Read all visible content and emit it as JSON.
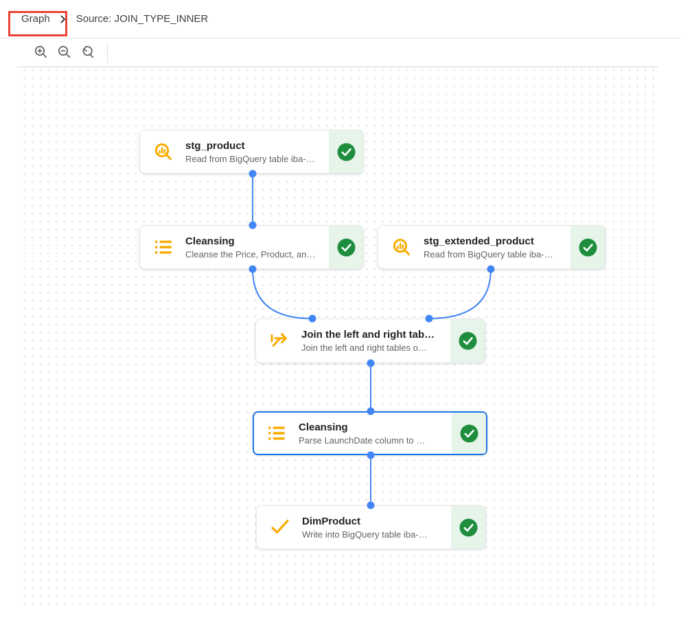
{
  "breadcrumb": {
    "graph_label": "Graph",
    "source_label": "Source: JOIN_TYPE_INNER",
    "annotation_color": "#ea4335"
  },
  "toolbar": {
    "buttons": [
      {
        "name": "zoom-in-icon",
        "action": "zoom_in"
      },
      {
        "name": "zoom-out-icon",
        "action": "zoom_out"
      },
      {
        "name": "zoom-reset-icon",
        "action": "zoom_reset"
      }
    ]
  },
  "nodes": [
    {
      "id": "stg_product",
      "title": "stg_product",
      "subtitle": "Read from BigQuery table iba-…",
      "icon": "source-preview-icon",
      "status": "success",
      "selected": false
    },
    {
      "id": "cleansing_1",
      "title": "Cleansing",
      "subtitle": "Cleanse the Price, Product, an…",
      "icon": "list-transform-icon",
      "status": "success",
      "selected": false
    },
    {
      "id": "stg_extended_product",
      "title": "stg_extended_product",
      "subtitle": "Read from BigQuery table iba-…",
      "icon": "source-preview-icon",
      "status": "success",
      "selected": false
    },
    {
      "id": "join",
      "title": "Join the left and right tab…",
      "subtitle": "Join the left and right tables o…",
      "icon": "join-icon",
      "status": "success",
      "selected": false
    },
    {
      "id": "cleansing_2",
      "title": "Cleansing",
      "subtitle": "Parse LaunchDate column to …",
      "icon": "list-transform-icon",
      "status": "success",
      "selected": true
    },
    {
      "id": "dim_product",
      "title": "DimProduct",
      "subtitle": "Write into BigQuery table iba-…",
      "icon": "check-write-icon",
      "status": "success",
      "selected": false
    }
  ],
  "edges": [
    {
      "from": "stg_product",
      "to": "cleansing_1"
    },
    {
      "from": "cleansing_1",
      "to": "join"
    },
    {
      "from": "stg_extended_product",
      "to": "join"
    },
    {
      "from": "join",
      "to": "cleansing_2"
    },
    {
      "from": "cleansing_2",
      "to": "dim_product"
    }
  ],
  "colors": {
    "node_icon_yellow": "#F9AB00",
    "status_success_green": "#1e8e3e",
    "status_success_bg": "#e6f4ea",
    "edge_blue": "#4285f4",
    "selected_border_blue": "#1a73e8",
    "annotation_red": "#ea4335",
    "grid_dot": "#e1e1e1"
  }
}
